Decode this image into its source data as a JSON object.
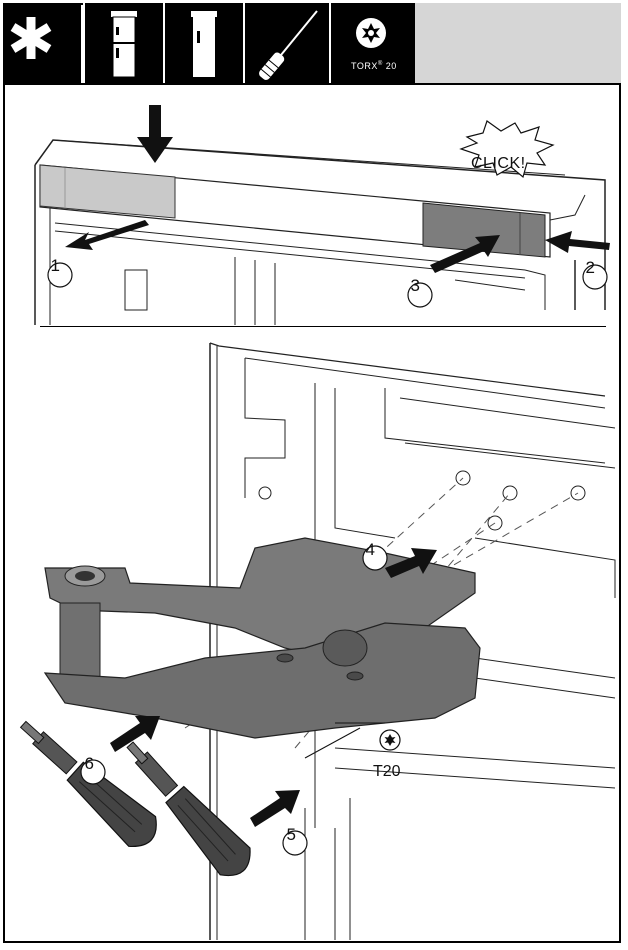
{
  "toolbar": {
    "icons": [
      "asterisk-icon",
      "fridge-freezer-icon",
      "fridge-icon",
      "screwdriver-icon",
      "torx-bit-icon"
    ],
    "torx_label": "TORX",
    "torx_reg": "®",
    "torx_size": "20"
  },
  "top_panel": {
    "click_label": "CLICK!",
    "steps": [
      "1",
      "2",
      "3"
    ]
  },
  "bottom_panel": {
    "steps": [
      "4",
      "5",
      "6"
    ],
    "t20_label": "T20"
  }
}
